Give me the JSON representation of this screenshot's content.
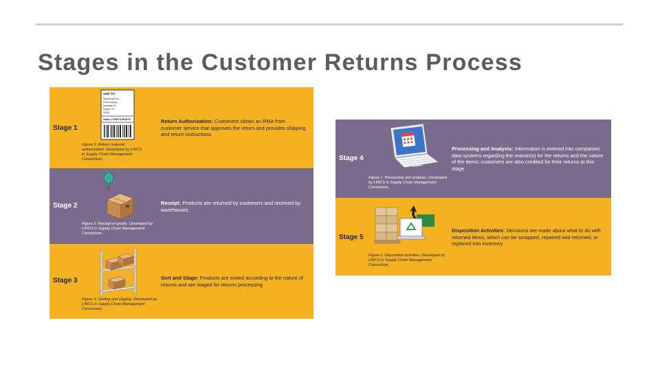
{
  "slide": {
    "title": "Stages in the Customer Returns Process"
  },
  "left_panel": {
    "stages": [
      {
        "label": "Stage 1",
        "heading": "Return Authorization:",
        "text": "Customers obtain an RMA from customer service that approves the return and provides shipping and return instructions",
        "caption": "Figure 1. Return material authorization. Developed by LINCS in Supply Chain Management Consortium.",
        "image": "shipping-label-icon",
        "label_lines": [
          "SHIP TO:",
          "Warehouse Inc.",
          "5750 Industry",
          "Driveway Dr.",
          "Dayton, FL",
          "00001",
          "SMALL PARTS/PARTS"
        ],
        "band_color": "#f5b220"
      },
      {
        "label": "Stage 2",
        "heading": "Receipt:",
        "text": "Products are returned by customers and received by warehouses",
        "caption": "Figure 2. Receipt of goods. Developed by LINCS in Supply Chain Management Consortium.",
        "image": "package-balloon-icon",
        "band_color": "#7a6a8c"
      },
      {
        "label": "Stage 3",
        "heading": "Sort and Stage:",
        "text": "Products are sorted according to the nature of returns and are staged for returns processing",
        "caption": "Figure 3. Sorting and staging. Developed by LINCS in Supply Chain Management Consortium.",
        "image": "shelf-boxes-icon",
        "band_color": "#f5b220"
      }
    ]
  },
  "right_panel": {
    "stages": [
      {
        "label": "Stage 4",
        "heading": "Processing and Analysis:",
        "text": "Information is entered into companies' data systems regarding the reason(s) for the returns and the nature of the items; customers are also credited for their returns at this stage",
        "caption": "Figure 1. Processing and analysis. Developed by LINCS in Supply Chain Management Consortium.",
        "image": "laptop-calendar-icon",
        "band_color": "#7a6a8c"
      },
      {
        "label": "Stage 5",
        "heading": "Disposition Activities:",
        "text": "Decisions are made about what to do with returned items, which can be scrapped, repaired and returned, or replaced into inventory",
        "caption": "Figure 2. Disposition activities. Developed by LINCS in Supply Chain Management Consortium.",
        "image": "pallet-recycle-icon",
        "band_color": "#f5b220"
      }
    ]
  }
}
